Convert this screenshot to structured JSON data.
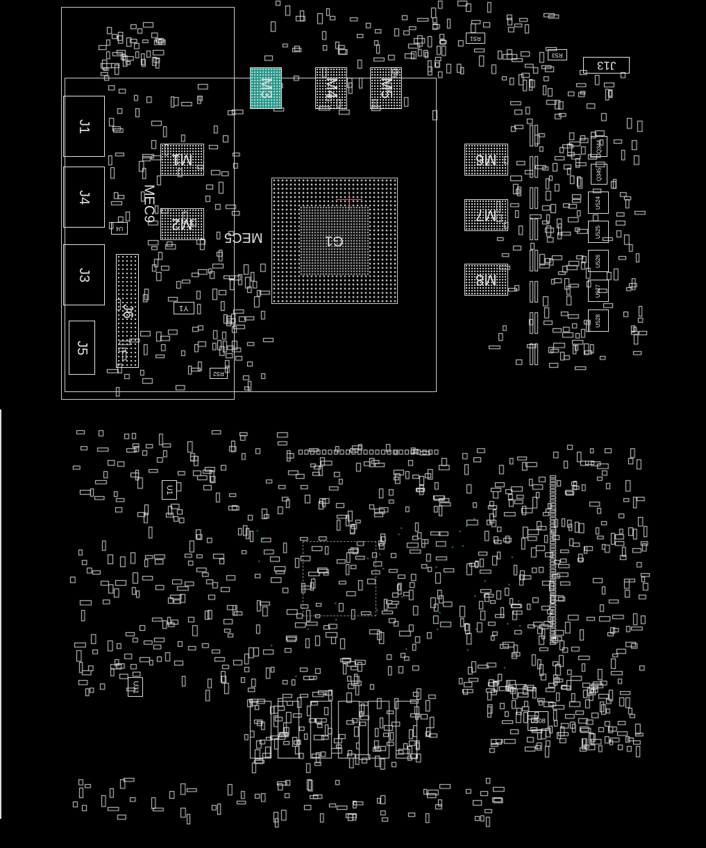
{
  "colors": {
    "background": "#000000",
    "outline": "#cfcfcf",
    "highlight": "#1a9a8a",
    "cursor": "#d06070"
  },
  "board_top": {
    "connectors": [
      {
        "label": "J1"
      },
      {
        "label": "J4"
      },
      {
        "label": "J3"
      },
      {
        "label": "J5"
      },
      {
        "label": "J6"
      },
      {
        "label": "J13"
      }
    ],
    "memory": [
      {
        "label": "M1"
      },
      {
        "label": "M2"
      },
      {
        "label": "M3"
      },
      {
        "label": "M4"
      },
      {
        "label": "M5"
      },
      {
        "label": "M6"
      },
      {
        "label": "M7"
      },
      {
        "label": "M8"
      }
    ],
    "gpu": {
      "label": "G1"
    },
    "mech": [
      {
        "label": "MEC5"
      },
      {
        "label": "MEC9"
      }
    ],
    "ics": [
      {
        "label": "U4"
      },
      {
        "label": "Y1"
      },
      {
        "label": "RS1"
      },
      {
        "label": "RS2"
      },
      {
        "label": "RS3"
      },
      {
        "label": "U524"
      },
      {
        "label": "U525"
      },
      {
        "label": "U526"
      },
      {
        "label": "U527"
      },
      {
        "label": "U528"
      },
      {
        "label": "Q344"
      },
      {
        "label": "Q345"
      }
    ]
  },
  "board_bottom": {
    "ics": [
      {
        "label": "U1"
      },
      {
        "label": "U31"
      },
      {
        "label": "U508"
      }
    ]
  }
}
